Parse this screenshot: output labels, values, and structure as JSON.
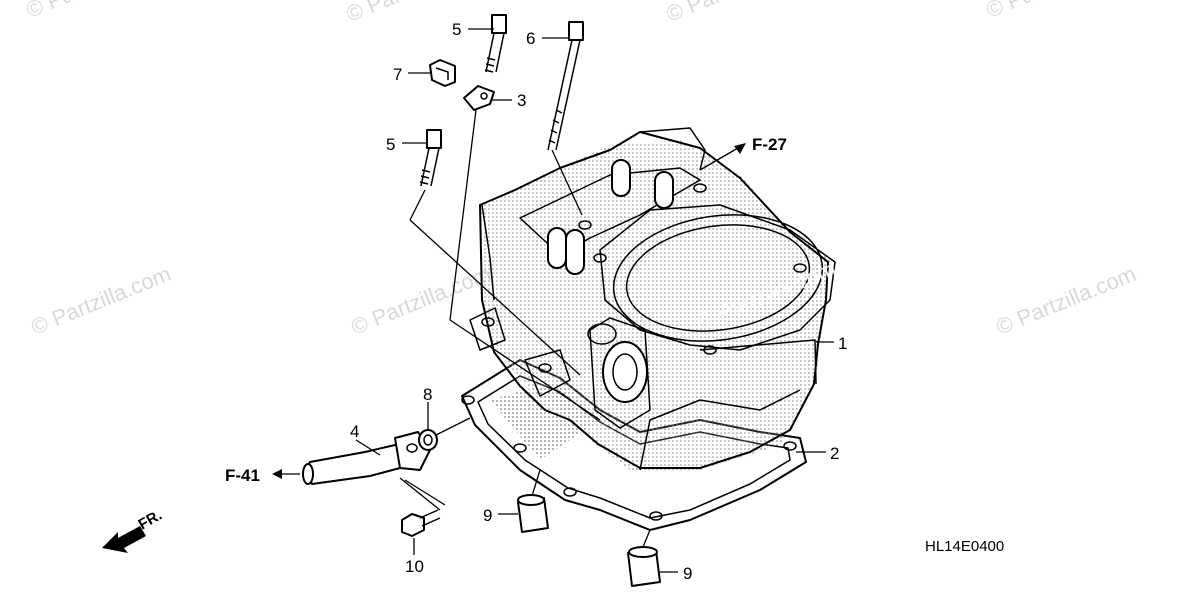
{
  "watermark": "© Partzilla.com",
  "diagram_code": "HL14E0400",
  "front_arrow_label": "FR.",
  "refs": {
    "f27": "F-27",
    "f41": "F-41"
  },
  "callouts": [
    {
      "id": "1",
      "part": "cylinder"
    },
    {
      "id": "2",
      "part": "cylinder-gasket"
    },
    {
      "id": "3",
      "part": "bracket"
    },
    {
      "id": "4",
      "part": "water-pipe"
    },
    {
      "id": "5",
      "part": "bolt-upper"
    },
    {
      "id": "5",
      "part": "bolt-lower"
    },
    {
      "id": "6",
      "part": "stud-bolt"
    },
    {
      "id": "7",
      "part": "clamp"
    },
    {
      "id": "8",
      "part": "o-ring"
    },
    {
      "id": "9",
      "part": "dowel-pin-upper"
    },
    {
      "id": "9",
      "part": "dowel-pin-lower"
    },
    {
      "id": "10",
      "part": "flange-bolt"
    }
  ]
}
